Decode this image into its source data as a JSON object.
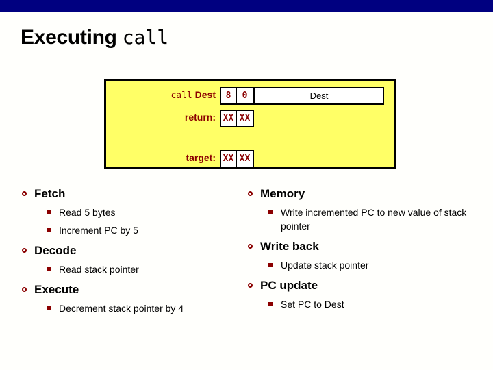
{
  "theme": {
    "banner_color": "#000080",
    "panel_fill": "#ffff66",
    "accent_color": "#8b0000",
    "page_background": "#fffffc"
  },
  "title": {
    "text_plain": "Executing ",
    "text_mono": "call"
  },
  "diagram": {
    "rows": [
      {
        "label_mono": "call",
        "label_plain": " Dest",
        "cells": [
          "8",
          "0"
        ],
        "wide_field": "Dest"
      },
      {
        "label_mono": "",
        "label_plain": "return:",
        "cells": [
          "XX",
          "XX"
        ],
        "wide_field": ""
      },
      {
        "label_mono": "",
        "label_plain": "target:",
        "cells": [
          "XX",
          "XX"
        ],
        "wide_field": ""
      }
    ]
  },
  "stages": {
    "left": [
      {
        "name": "Fetch",
        "steps": [
          "Read 5 bytes",
          "Increment PC by 5"
        ]
      },
      {
        "name": "Decode",
        "steps": [
          "Read stack pointer"
        ]
      },
      {
        "name": "Execute",
        "steps": [
          "Decrement stack pointer by 4"
        ]
      }
    ],
    "right": [
      {
        "name": "Memory",
        "steps": [
          "Write incremented PC to new value of stack pointer"
        ]
      },
      {
        "name": "Write back",
        "steps": [
          "Update stack pointer"
        ]
      },
      {
        "name": "PC update",
        "steps": [
          "Set PC to Dest"
        ]
      }
    ]
  }
}
